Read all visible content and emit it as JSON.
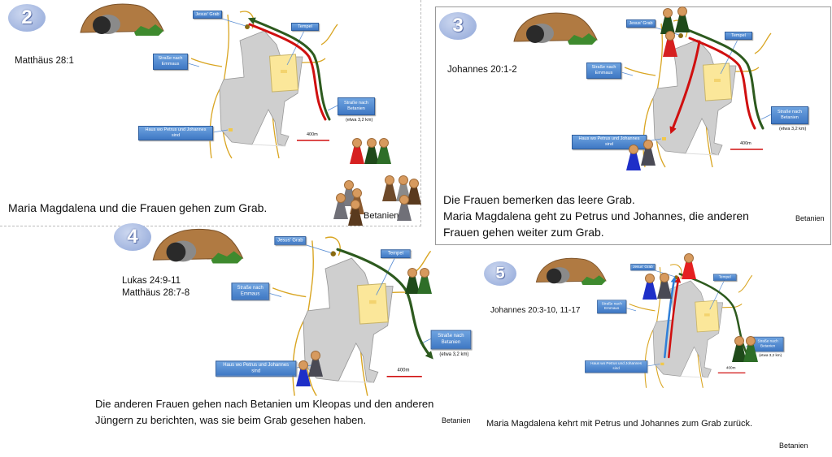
{
  "map_labels": {
    "grave": "Jesus' Grab",
    "temple": "Tempel",
    "emmaus": "Straße nach Emmaus",
    "bethany": "Straße nach Betanien",
    "distance": "(etwa 3,2 km)",
    "house": "Haus wo Petrus und Johannes sind",
    "scale": "400m"
  },
  "colors": {
    "route_red": "#d01010",
    "route_green": "#2d5a1e",
    "route_blue": "#2f7fd8",
    "road": "#d9a521",
    "city": "#cfcfcf",
    "temple": "#fbe79a"
  },
  "panels": [
    {
      "number": "2",
      "reference": "Matthäus 28:1",
      "caption": [
        "Maria Magdalena und die Frauen gehen zum Grab."
      ],
      "place": "Betanien"
    },
    {
      "number": "3",
      "reference": "Johannes 20:1-2",
      "caption": [
        "Die Frauen bemerken das leere Grab.",
        "Maria Magdalena geht zu Petrus und Johannes, die anderen",
        "Frauen gehen weiter zum Grab."
      ],
      "place": "Betanien"
    },
    {
      "number": "4",
      "reference": [
        "Lukas 24:9-11",
        "Matthäus 28:7-8"
      ],
      "caption": [
        "Die anderen Frauen gehen nach Betanien um Kleopas und den anderen",
        "Jüngern zu berichten, was sie beim Grab gesehen haben."
      ],
      "place": "Betanien"
    },
    {
      "number": "5",
      "reference": "Johannes 20:3-10, 11-17",
      "caption": [
        "Maria Magdalena kehrt mit Petrus und Johannes zum Grab zurück."
      ],
      "place": "Betanien"
    }
  ]
}
